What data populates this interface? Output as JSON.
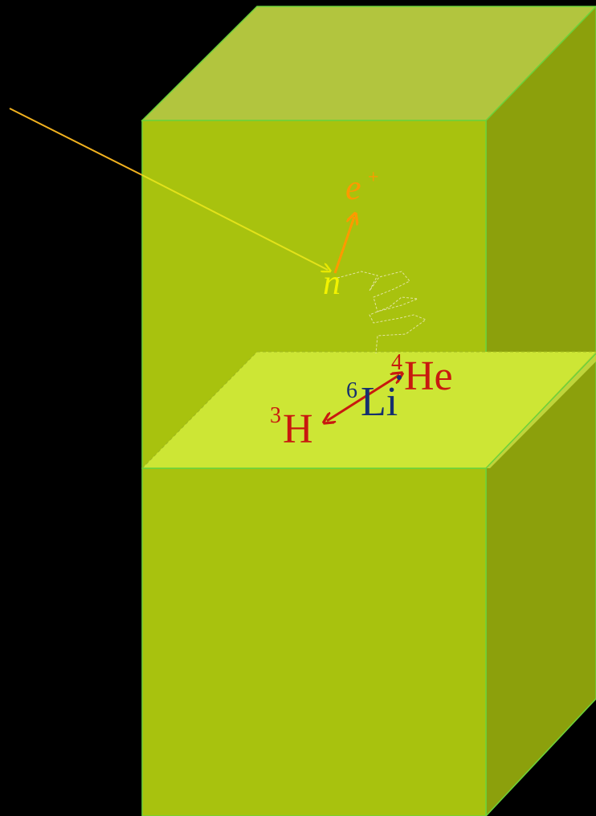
{
  "diagram": {
    "background_color": "#000000",
    "detector": {
      "front_face_color": "#a8c20e",
      "side_face_color": "#8ca00c",
      "top_face_color": "#b2c53e",
      "edge_color": "#6cd23a",
      "separator_plane_color": "#cde635"
    },
    "particles": {
      "positron": {
        "symbol": "e",
        "superscript": "+",
        "color": "#ff9900"
      },
      "neutron": {
        "symbol": "n",
        "color": "#f2f200"
      },
      "helium": {
        "mass_number": "4",
        "symbol": "He",
        "color": "#c8190f"
      },
      "lithium": {
        "mass_number": "6",
        "symbol": "Li",
        "color": "#16306e"
      },
      "tritium": {
        "mass_number": "3",
        "symbol": "H",
        "color": "#c8190f"
      }
    },
    "incoming_track": {
      "color": "#f2b21f",
      "icon": "incoming-particle-track"
    },
    "neutron_scatter_path": {
      "color": "#e8e8b0",
      "icon": "dashed-random-walk"
    },
    "capture_products_arrow": {
      "color": "#c8190f",
      "icon": "double-headed-arrow"
    },
    "positron_arrow": {
      "color": "#ff9900",
      "icon": "arrow-up"
    }
  }
}
